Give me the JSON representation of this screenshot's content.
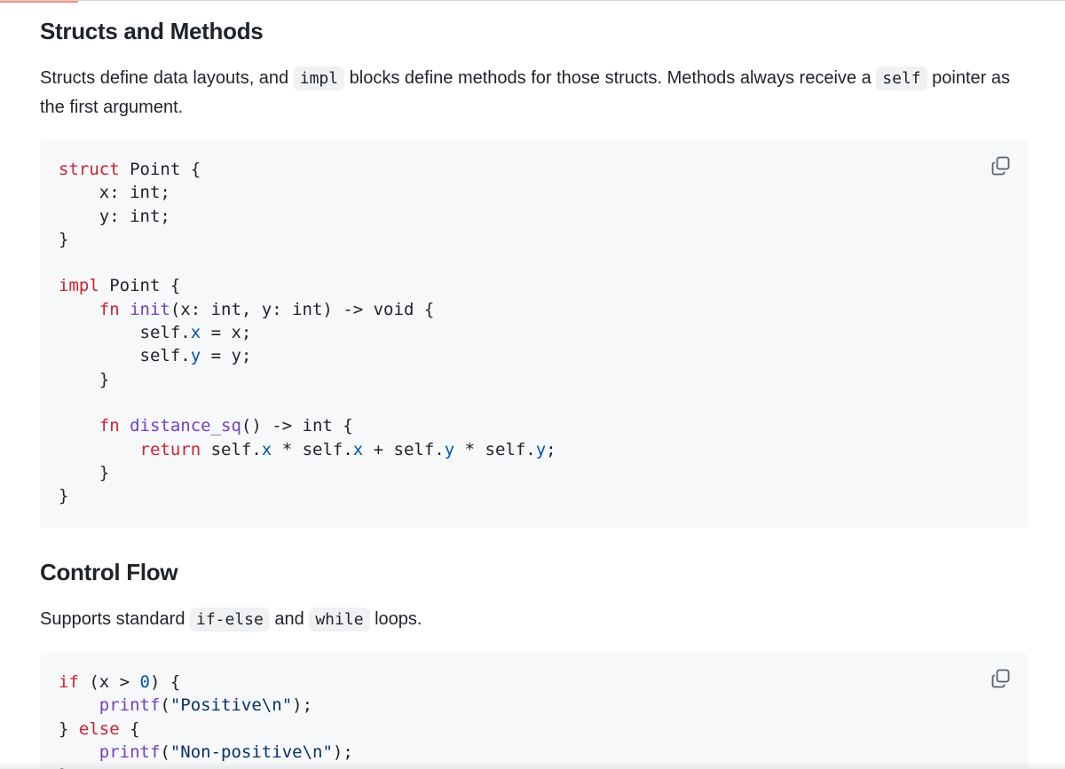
{
  "section1": {
    "heading": "Structs and Methods",
    "desc_part1": "Structs define data layouts, and ",
    "desc_code1": "impl",
    "desc_part2": " blocks define methods for those structs. Methods always receive a ",
    "desc_code2": "self",
    "desc_part3": " pointer as the first argument."
  },
  "section2": {
    "heading": "Control Flow",
    "desc_part1": "Supports standard ",
    "desc_code1": "if-else",
    "desc_part2": " and ",
    "desc_code2": "while",
    "desc_part3": " loops."
  },
  "code1": {
    "struct_kw": "struct",
    "struct_name": " Point {",
    "field_x": "    x: int;",
    "field_y": "    y: int;",
    "close1": "}",
    "impl_kw": "impl",
    "impl_name": " Point {",
    "fn1_kw": "    fn ",
    "fn1_name": "init",
    "fn1_sig": "(x: int, y: int) -> void {",
    "assign_x_a": "        self.",
    "assign_x_prop": "x",
    "assign_x_b": " = x;",
    "assign_y_a": "        self.",
    "assign_y_prop": "y",
    "assign_y_b": " = y;",
    "fn1_close": "    }",
    "fn2_kw": "    fn ",
    "fn2_name": "distance_sq",
    "fn2_sig": "() -> int {",
    "ret_kw": "        return",
    "ret_a": " self.",
    "ret_p1": "x",
    "ret_b": " * self.",
    "ret_p2": "x",
    "ret_c": " + self.",
    "ret_p3": "y",
    "ret_d": " * self.",
    "ret_p4": "y",
    "ret_e": ";",
    "fn2_close": "    }",
    "close2": "}"
  },
  "code2": {
    "if_kw": "if",
    "if_a": " (x > ",
    "if_num": "0",
    "if_b": ") {",
    "p1_indent": "    ",
    "p1_fn": "printf",
    "p1_a": "(",
    "p1_str": "\"Positive\\n\"",
    "p1_b": ");",
    "else_a": "} ",
    "else_kw": "else",
    "else_b": " {",
    "p2_indent": "    ",
    "p2_fn": "printf",
    "p2_a": "(",
    "p2_str": "\"Non-positive\\n\"",
    "p2_b": ");",
    "close": "}"
  },
  "icons": {
    "copy": "copy-icon"
  }
}
